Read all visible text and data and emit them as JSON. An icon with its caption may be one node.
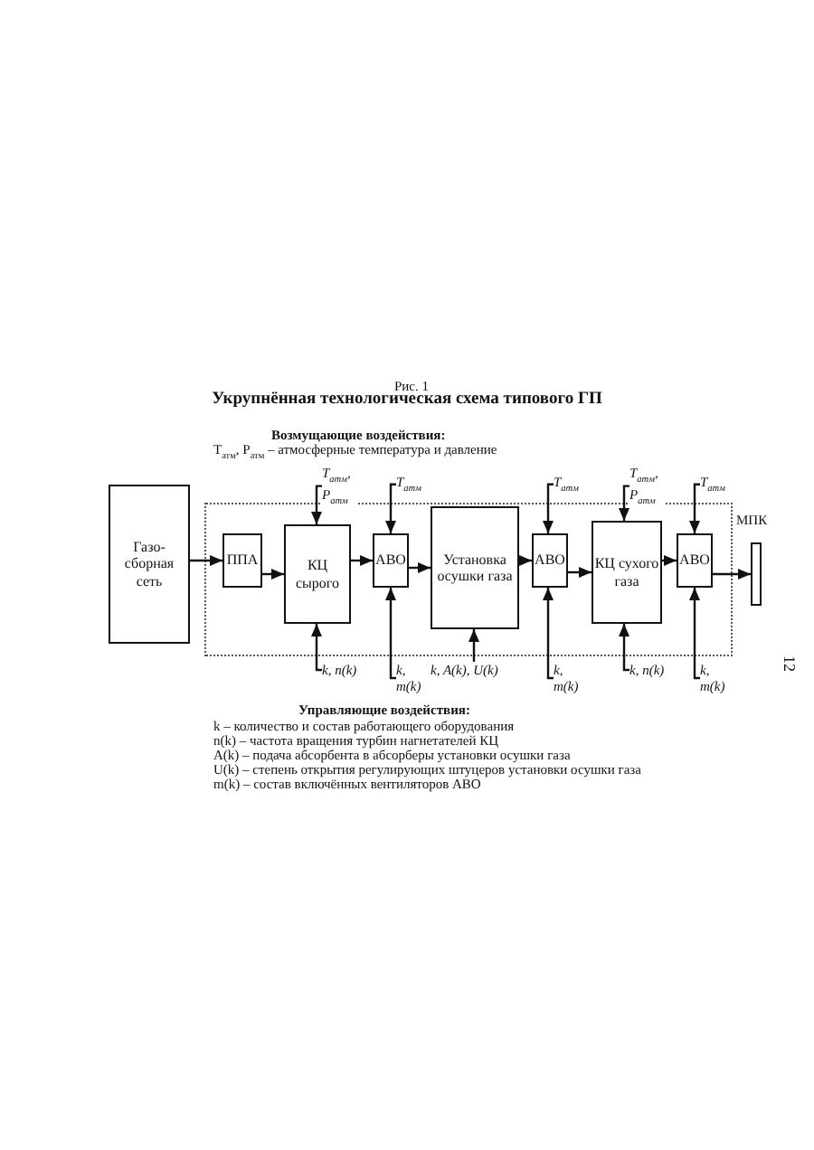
{
  "diagram": {
    "title": "Укрупнённая технологическая схема типового ГП",
    "nodes": [
      {
        "text": [
          "Газо-сборная сеть"
        ]
      },
      {
        "text": [],
        "shape": "box"
      },
      {
        "text": [
          "ППА"
        ],
        "in": 1
      },
      {
        "text": [
          "КЦ сырого"
        ],
        "in": 1
      },
      {
        "text": [
          "АВО"
        ],
        "in": 1
      },
      {
        "text": [
          "Установка осушки газа"
        ],
        "in": 1
      },
      {
        "text": [
          "АВО"
        ],
        "in": 1
      },
      {
        "text": [
          "КЦ сухого газа"
        ],
        "in": 1
      },
      {
        "text": [
          "АВО"
        ],
        "in": 1
      },
      {
        "text": [
          "МПК"
        ]
      },
      {
        "text": [
          "T$_{атм}$, P$_{атм}$"
        ]
      },
      {
        "text": [
          "T$_{атм}$"
        ]
      },
      {
        "text": [
          "T$_{атм}$"
        ]
      },
      {
        "text": [
          "T$_{атм}$, P$_{атм}$"
        ]
      },
      {
        "text": [
          "T$_{атм}$"
        ]
      },
      {
        "text": [
          "k, n(k)"
        ]
      },
      {
        "text": [
          "k, m(k)"
        ]
      },
      {
        "text": [
          "k, A(k), U(k)"
        ]
      },
      {
        "text": [
          "k, m(k)"
        ]
      },
      {
        "text": [
          "k, n(k)"
        ]
      },
      {
        "text": [
          "k, m(k)"
        ]
      }
    ],
    "edges": [
      {
        "from": 0,
        "to": 2,
        "arrow": "to"
      },
      {
        "from": 2,
        "to": 3,
        "arrow": "to"
      },
      {
        "from": 3,
        "to": 4,
        "arrow": "to"
      },
      {
        "from": 4,
        "to": 5,
        "arrow": "to"
      },
      {
        "from": 5,
        "to": 6,
        "arrow": "to"
      },
      {
        "from": 6,
        "to": 7,
        "arrow": "to"
      },
      {
        "from": 7,
        "to": 8,
        "arrow": "to"
      },
      {
        "from": 8,
        "to": 9,
        "arrow": "to"
      },
      {
        "from": 10,
        "to": 3,
        "arrow": "to"
      },
      {
        "from": 11,
        "to": 4,
        "arrow": "to"
      },
      {
        "from": 12,
        "to": 6,
        "arrow": "to"
      },
      {
        "from": 13,
        "to": 7,
        "arrow": "to"
      },
      {
        "from": 14,
        "to": 8,
        "arrow": "to"
      },
      {
        "from": 15,
        "to": 3,
        "arrow": "to"
      },
      {
        "from": 16,
        "to": 4,
        "arrow": "to"
      },
      {
        "from": 17,
        "to": 5,
        "arrow": "to"
      },
      {
        "from": 18,
        "to": 6,
        "arrow": "to"
      },
      {
        "from": 19,
        "to": 7,
        "arrow": "to"
      },
      {
        "from": 20,
        "to": 8,
        "arrow": "to"
      }
    ],
    "labels": [
      "Рис. 1",
      "Возмущающие воздействия:",
      "T$_{атм}$, P$_{атм}$ – атмосферные температура и давление",
      "Управляющие воздействия:",
      "k – количество и состав работающего оборудования",
      "n(k) – частота вращения турбин нагнетателей КЦ",
      "A(k) – подача абсорбента в абсорберы установки осушки газа",
      "U(k) – степень открытия регулирующих штуцеров установки осушки газа",
      "m(k) – состав включённых вентиляторов АВО",
      "12"
    ]
  }
}
